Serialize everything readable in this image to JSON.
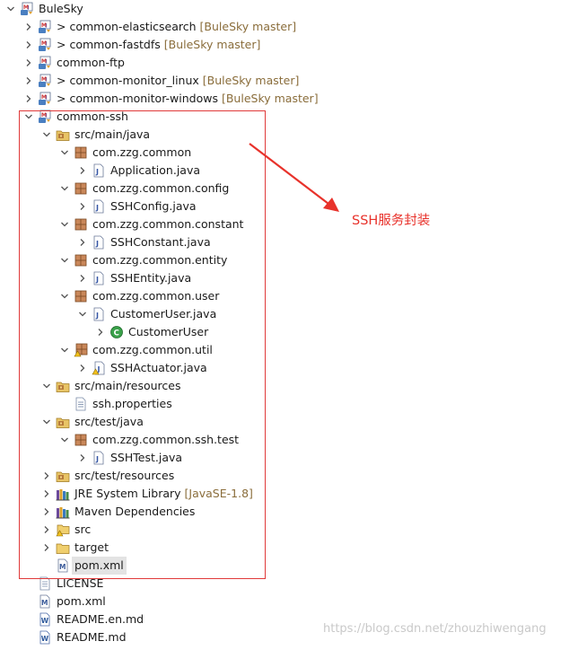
{
  "tree": [
    {
      "label": "BuleSky",
      "level": 0,
      "chevron": "down",
      "icon": "maven-project-icon"
    },
    {
      "label": "common-elasticsearch",
      "prefix": ">",
      "decoration": "[BuleSky master]",
      "level": 1,
      "chevron": "right",
      "icon": "maven-project-icon"
    },
    {
      "label": "common-fastdfs",
      "prefix": ">",
      "decoration": "[BuleSky master]",
      "level": 1,
      "chevron": "right",
      "icon": "maven-project-icon"
    },
    {
      "label": "common-ftp",
      "level": 1,
      "chevron": "right",
      "icon": "maven-project-icon"
    },
    {
      "label": "common-monitor_linux",
      "prefix": ">",
      "decoration": "[BuleSky master]",
      "level": 1,
      "chevron": "right",
      "icon": "maven-project-icon"
    },
    {
      "label": "common-monitor-windows",
      "prefix": ">",
      "decoration": "[BuleSky master]",
      "level": 1,
      "chevron": "right",
      "icon": "maven-project-icon"
    },
    {
      "label": "common-ssh",
      "level": 1,
      "chevron": "down",
      "icon": "maven-project-icon"
    },
    {
      "label": "src/main/java",
      "level": 2,
      "chevron": "down",
      "icon": "source-folder-icon"
    },
    {
      "label": "com.zzg.common",
      "level": 3,
      "chevron": "down",
      "icon": "package-icon"
    },
    {
      "label": "Application.java",
      "level": 4,
      "chevron": "right",
      "icon": "java-file-icon"
    },
    {
      "label": "com.zzg.common.config",
      "level": 3,
      "chevron": "down",
      "icon": "package-icon"
    },
    {
      "label": "SSHConfig.java",
      "level": 4,
      "chevron": "right",
      "icon": "java-file-icon"
    },
    {
      "label": "com.zzg.common.constant",
      "level": 3,
      "chevron": "down",
      "icon": "package-icon"
    },
    {
      "label": "SSHConstant.java",
      "level": 4,
      "chevron": "right",
      "icon": "java-file-icon"
    },
    {
      "label": "com.zzg.common.entity",
      "level": 3,
      "chevron": "down",
      "icon": "package-icon"
    },
    {
      "label": "SSHEntity.java",
      "level": 4,
      "chevron": "right",
      "icon": "java-file-icon"
    },
    {
      "label": "com.zzg.common.user",
      "level": 3,
      "chevron": "down",
      "icon": "package-icon"
    },
    {
      "label": "CustomerUser.java",
      "level": 4,
      "chevron": "down",
      "icon": "java-file-icon"
    },
    {
      "label": "CustomerUser",
      "level": 5,
      "chevron": "right",
      "icon": "class-icon"
    },
    {
      "label": "com.zzg.common.util",
      "level": 3,
      "chevron": "down",
      "icon": "package-warning-icon"
    },
    {
      "label": "SSHActuator.java",
      "level": 4,
      "chevron": "right",
      "icon": "java-file-warning-icon"
    },
    {
      "label": "src/main/resources",
      "level": 2,
      "chevron": "down",
      "icon": "source-folder-icon"
    },
    {
      "label": "ssh.properties",
      "level": 3,
      "chevron": "none",
      "icon": "properties-file-icon"
    },
    {
      "label": "src/test/java",
      "level": 2,
      "chevron": "down",
      "icon": "source-folder-icon"
    },
    {
      "label": "com.zzg.common.ssh.test",
      "level": 3,
      "chevron": "down",
      "icon": "package-icon"
    },
    {
      "label": "SSHTest.java",
      "level": 4,
      "chevron": "right",
      "icon": "java-file-icon"
    },
    {
      "label": "src/test/resources",
      "level": 2,
      "chevron": "right",
      "icon": "source-folder-icon"
    },
    {
      "label": "JRE System Library",
      "decoration": "[JavaSE-1.8]",
      "level": 2,
      "chevron": "right",
      "icon": "library-icon"
    },
    {
      "label": "Maven Dependencies",
      "level": 2,
      "chevron": "right",
      "icon": "library-icon"
    },
    {
      "label": "src",
      "level": 2,
      "chevron": "right",
      "icon": "folder-warning-icon"
    },
    {
      "label": "target",
      "level": 2,
      "chevron": "right",
      "icon": "folder-icon"
    },
    {
      "label": "pom.xml",
      "level": 2,
      "chevron": "none",
      "icon": "maven-pom-icon",
      "selected": true
    },
    {
      "label": "LICENSE",
      "level": 1,
      "chevron": "none",
      "icon": "text-file-icon"
    },
    {
      "label": "pom.xml",
      "level": 1,
      "chevron": "none",
      "icon": "maven-pom-icon"
    },
    {
      "label": "README.en.md",
      "level": 1,
      "chevron": "none",
      "icon": "word-file-icon"
    },
    {
      "label": "README.md",
      "level": 1,
      "chevron": "none",
      "icon": "word-file-icon"
    }
  ],
  "annotation": {
    "text": "SSH服务封装",
    "color": "#e8322b"
  },
  "watermark": "https://blog.csdn.net/zhouzhiwengang"
}
